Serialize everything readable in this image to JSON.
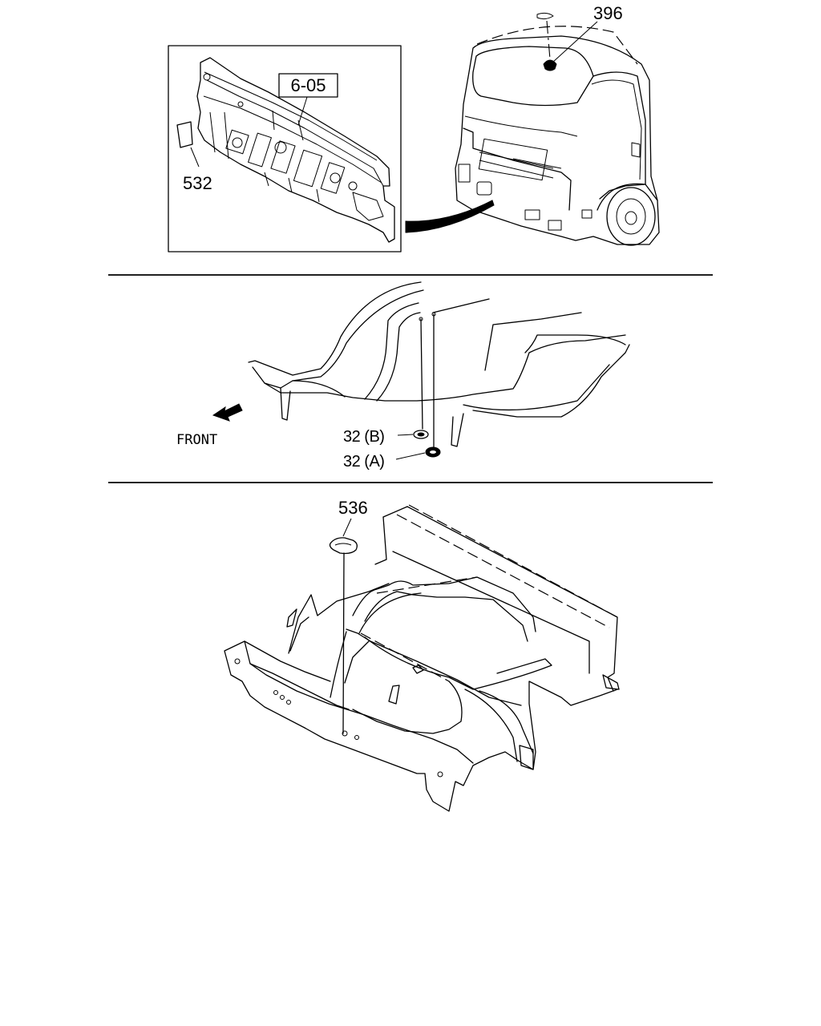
{
  "sections": {
    "cab_panel": {
      "callouts": {
        "panel_ref": "6-05",
        "seal_part": "532",
        "roof_part": "396"
      }
    },
    "cab_mount": {
      "direction_label": "FRONT",
      "callouts": {
        "upper_mount": "32 (B)",
        "lower_mount": "32 (A)"
      }
    },
    "floor": {
      "callouts": {
        "plug_part": "536"
      }
    }
  }
}
